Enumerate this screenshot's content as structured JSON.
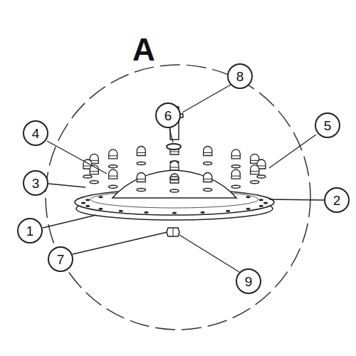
{
  "diagram": {
    "labels": [
      "A",
      "8",
      "6",
      "5",
      "4",
      "3",
      "2",
      "1",
      "7",
      "9"
    ]
  }
}
